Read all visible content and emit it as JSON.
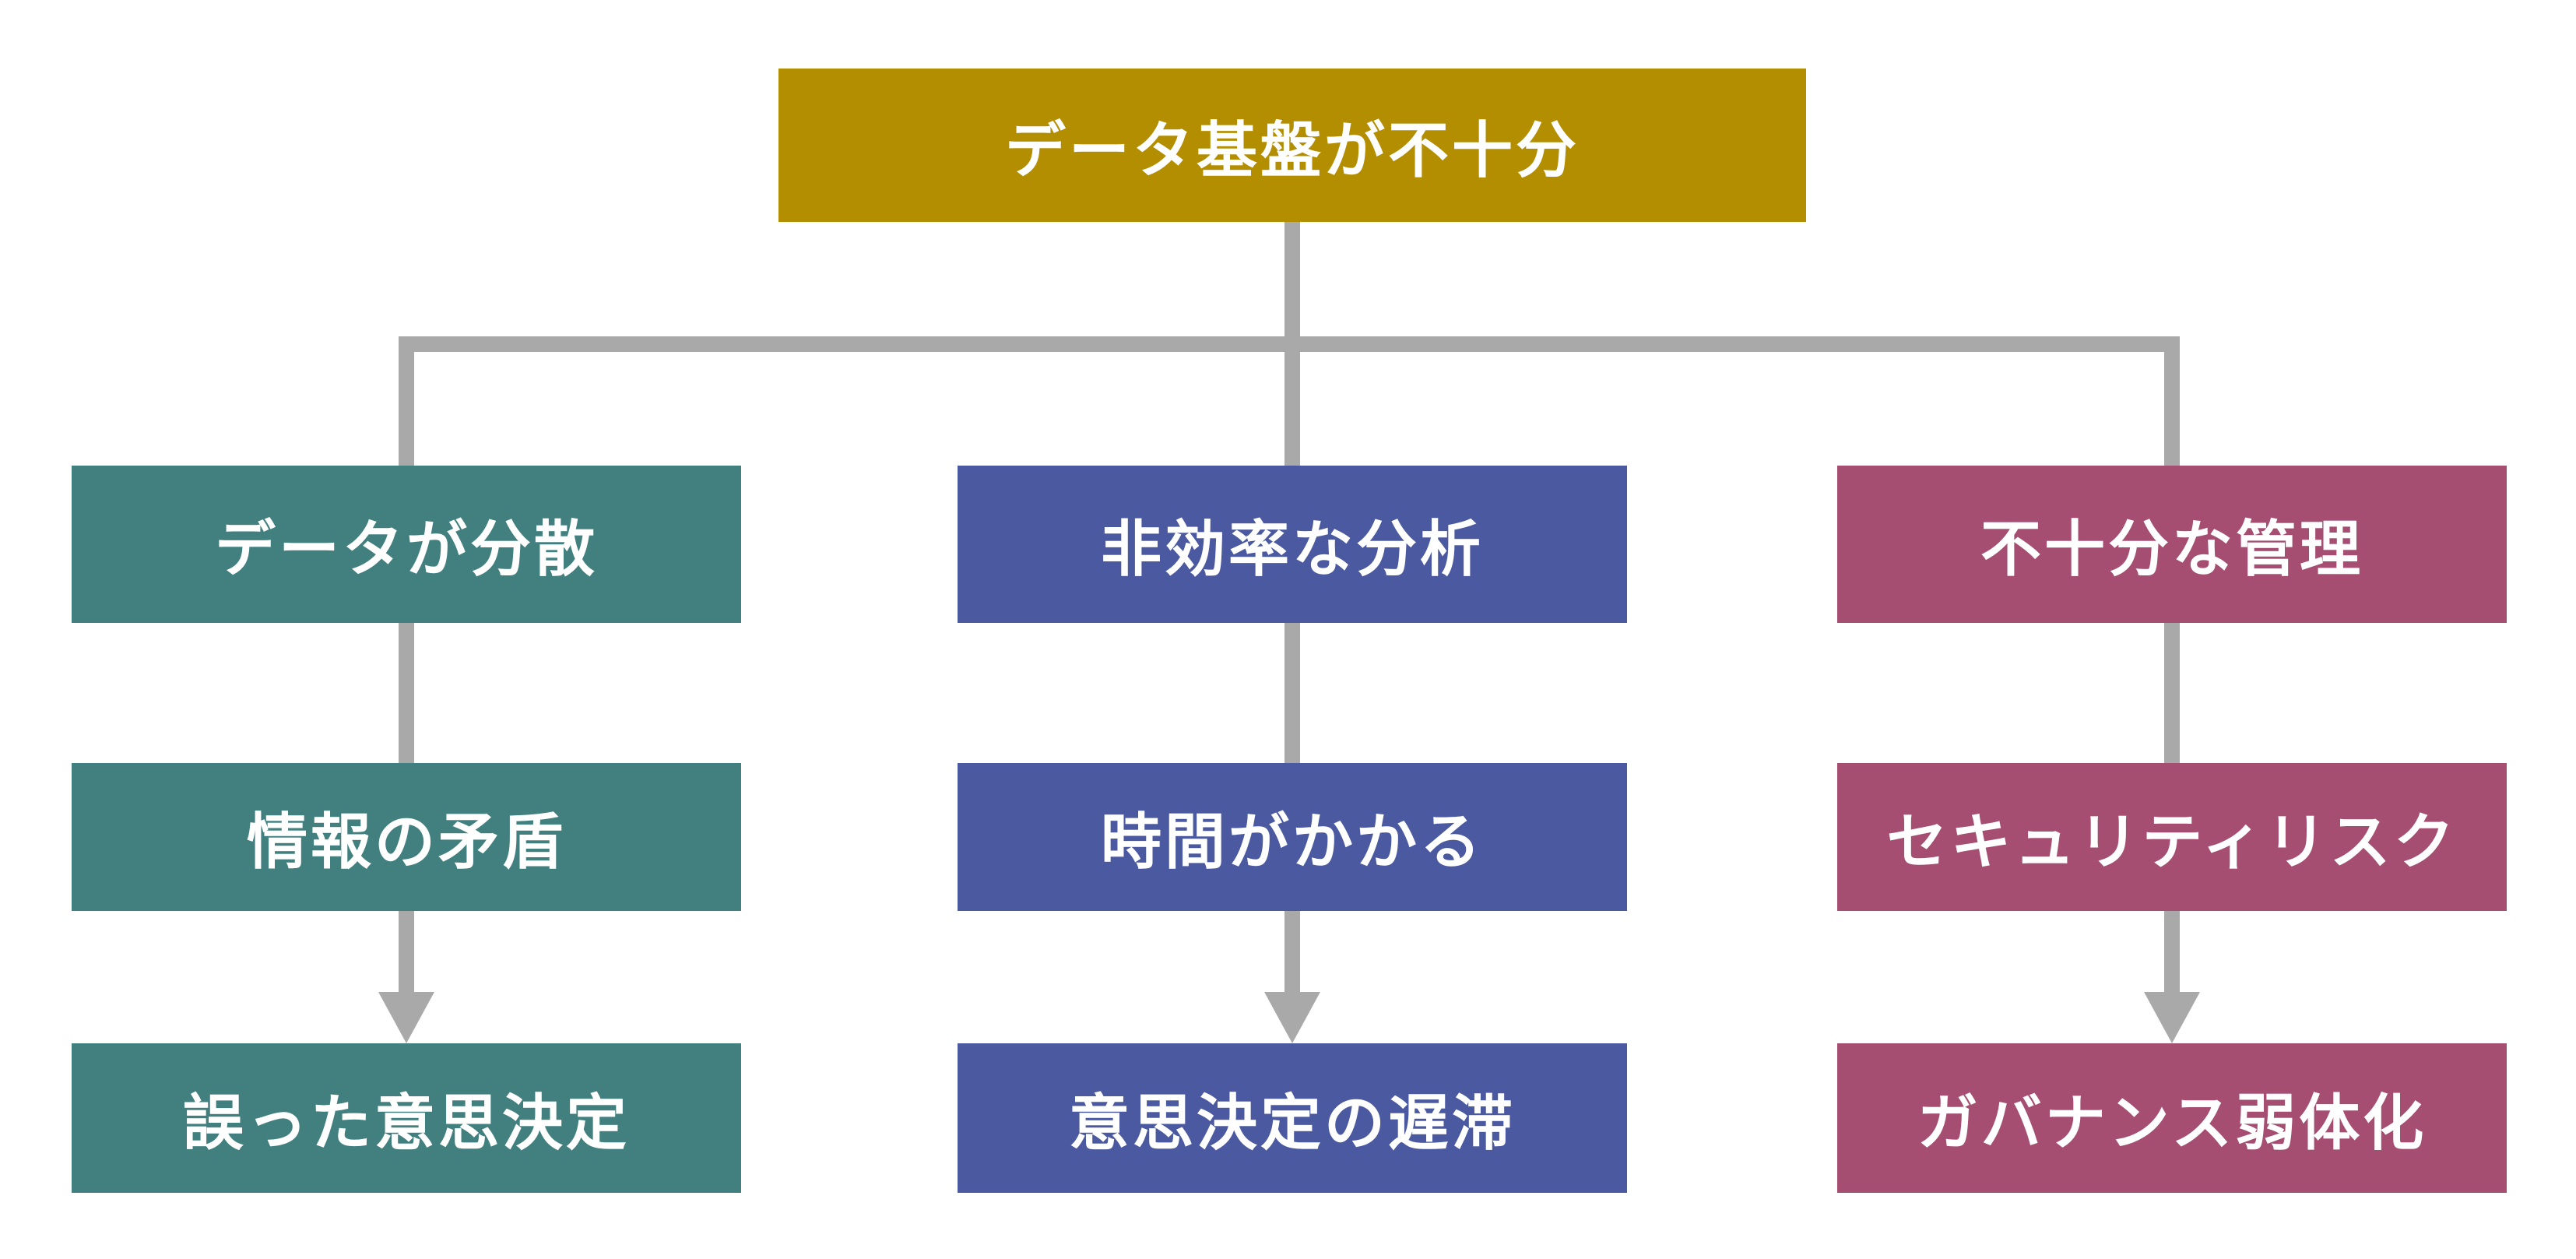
{
  "diagram": {
    "title_note": "cause-effect flowchart",
    "root": {
      "label": "データ基盤が不十分",
      "color": "#B38E00"
    },
    "connector_color": "#A9A9A9",
    "text_color": "#FFFFFF",
    "columns": [
      {
        "id": "data-dispersed",
        "color": "#428080",
        "nodes": [
          "データが分散",
          "情報の矛盾",
          "誤った意思決定"
        ]
      },
      {
        "id": "inefficient-analysis",
        "color": "#4B59A0",
        "nodes": [
          "非効率な分析",
          "時間がかかる",
          "意思決定の遅滞"
        ]
      },
      {
        "id": "insufficient-management",
        "color": "#A54E72",
        "nodes": [
          "不十分な管理",
          "セキュリティリスク",
          "ガバナンス弱体化"
        ]
      }
    ]
  }
}
